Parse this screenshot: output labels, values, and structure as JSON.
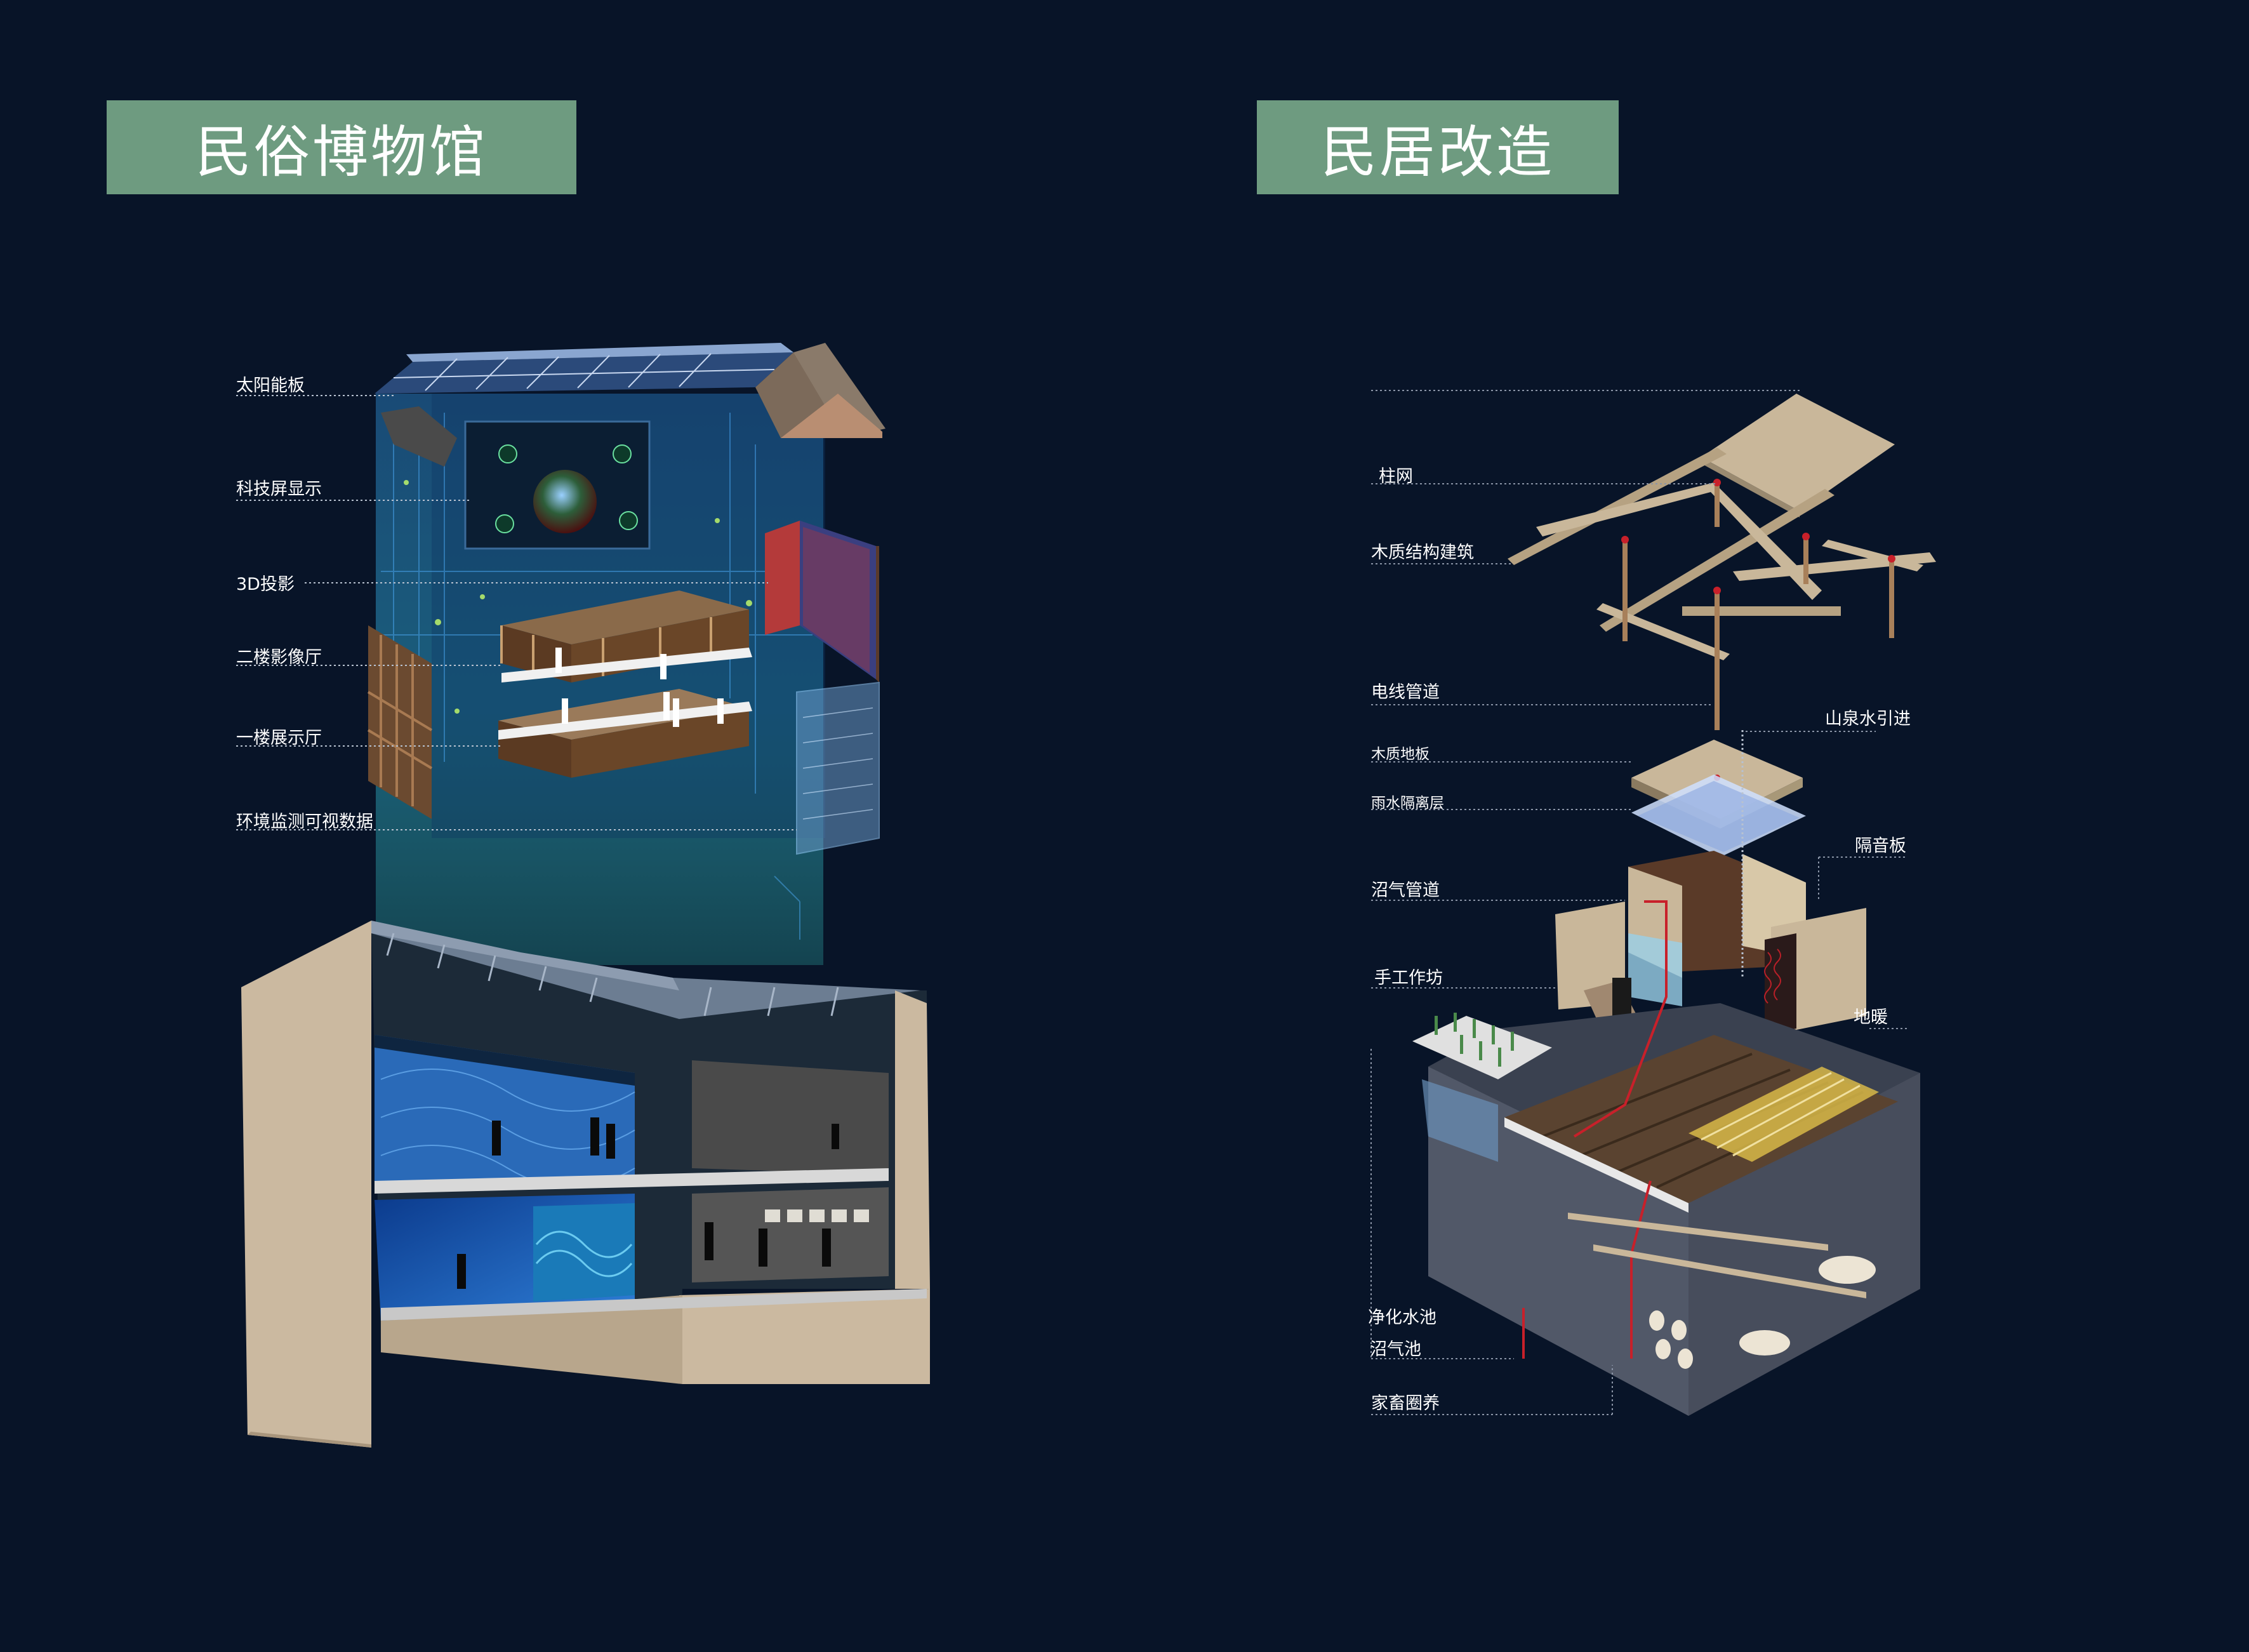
{
  "left": {
    "title": "民俗博物馆",
    "labels": [
      "太阳能板",
      "科技屏显示",
      "3D投影",
      "二楼影像厅",
      "一楼展示厅",
      "环境监测可视数据"
    ]
  },
  "right": {
    "title": "民居改造",
    "labels_left": [
      "柱网",
      "木质结构建筑",
      "电线管道",
      "木质地板",
      "雨水隔离层",
      "沼气管道",
      "手工作坊",
      "净化水池",
      "沼气池",
      "家畜圈养"
    ],
    "labels_right": [
      "山泉水引进",
      "隔音板",
      "地暖"
    ]
  },
  "colors": {
    "background": "#081428",
    "title_box": "#6e9b80",
    "label_text": "#ffffff",
    "leader_line": "#8a94a6",
    "hologram": "#1d6a8a",
    "wood": "#c9b79a",
    "pipe_red": "#c8202a"
  }
}
